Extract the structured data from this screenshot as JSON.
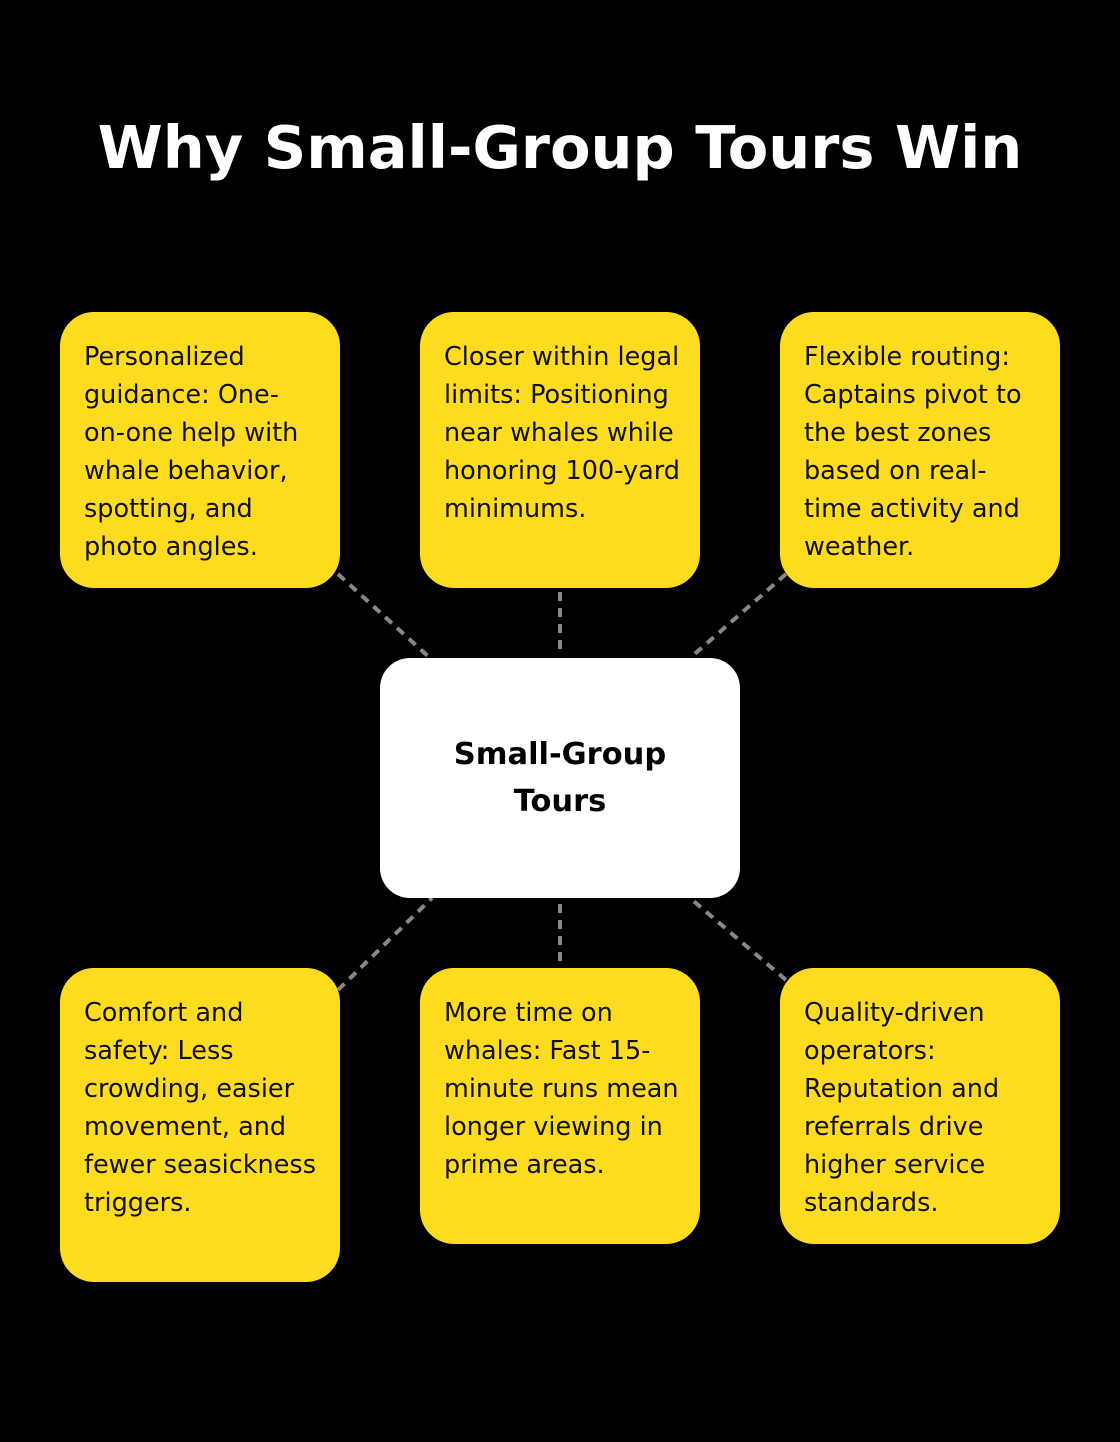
{
  "title": "Why Small-Group Tours Win",
  "colors": {
    "background": "#000000",
    "card_fill": "#FDDB1E",
    "center_fill": "#FFFFFF",
    "connector": "#888888",
    "title_text": "#FFFFFF"
  },
  "center": {
    "label": "Small-Group Tours"
  },
  "cards": [
    {
      "text": "Personalized guidance: One-on-one help with whale behavior, spotting, and photo angles."
    },
    {
      "text": "Closer within legal limits: Positioning near whales while honoring 100-yard minimums."
    },
    {
      "text": "Flexible routing: Captains pivot to the best zones based on real-time activity and weather."
    },
    {
      "text": "Comfort and safety: Less crowding, easier movement, and fewer seasickness triggers."
    },
    {
      "text": "More time on whales: Fast 15-minute runs mean longer viewing in prime areas."
    },
    {
      "text": "Quality-driven operators: Reputation and referrals drive higher service standards."
    }
  ]
}
